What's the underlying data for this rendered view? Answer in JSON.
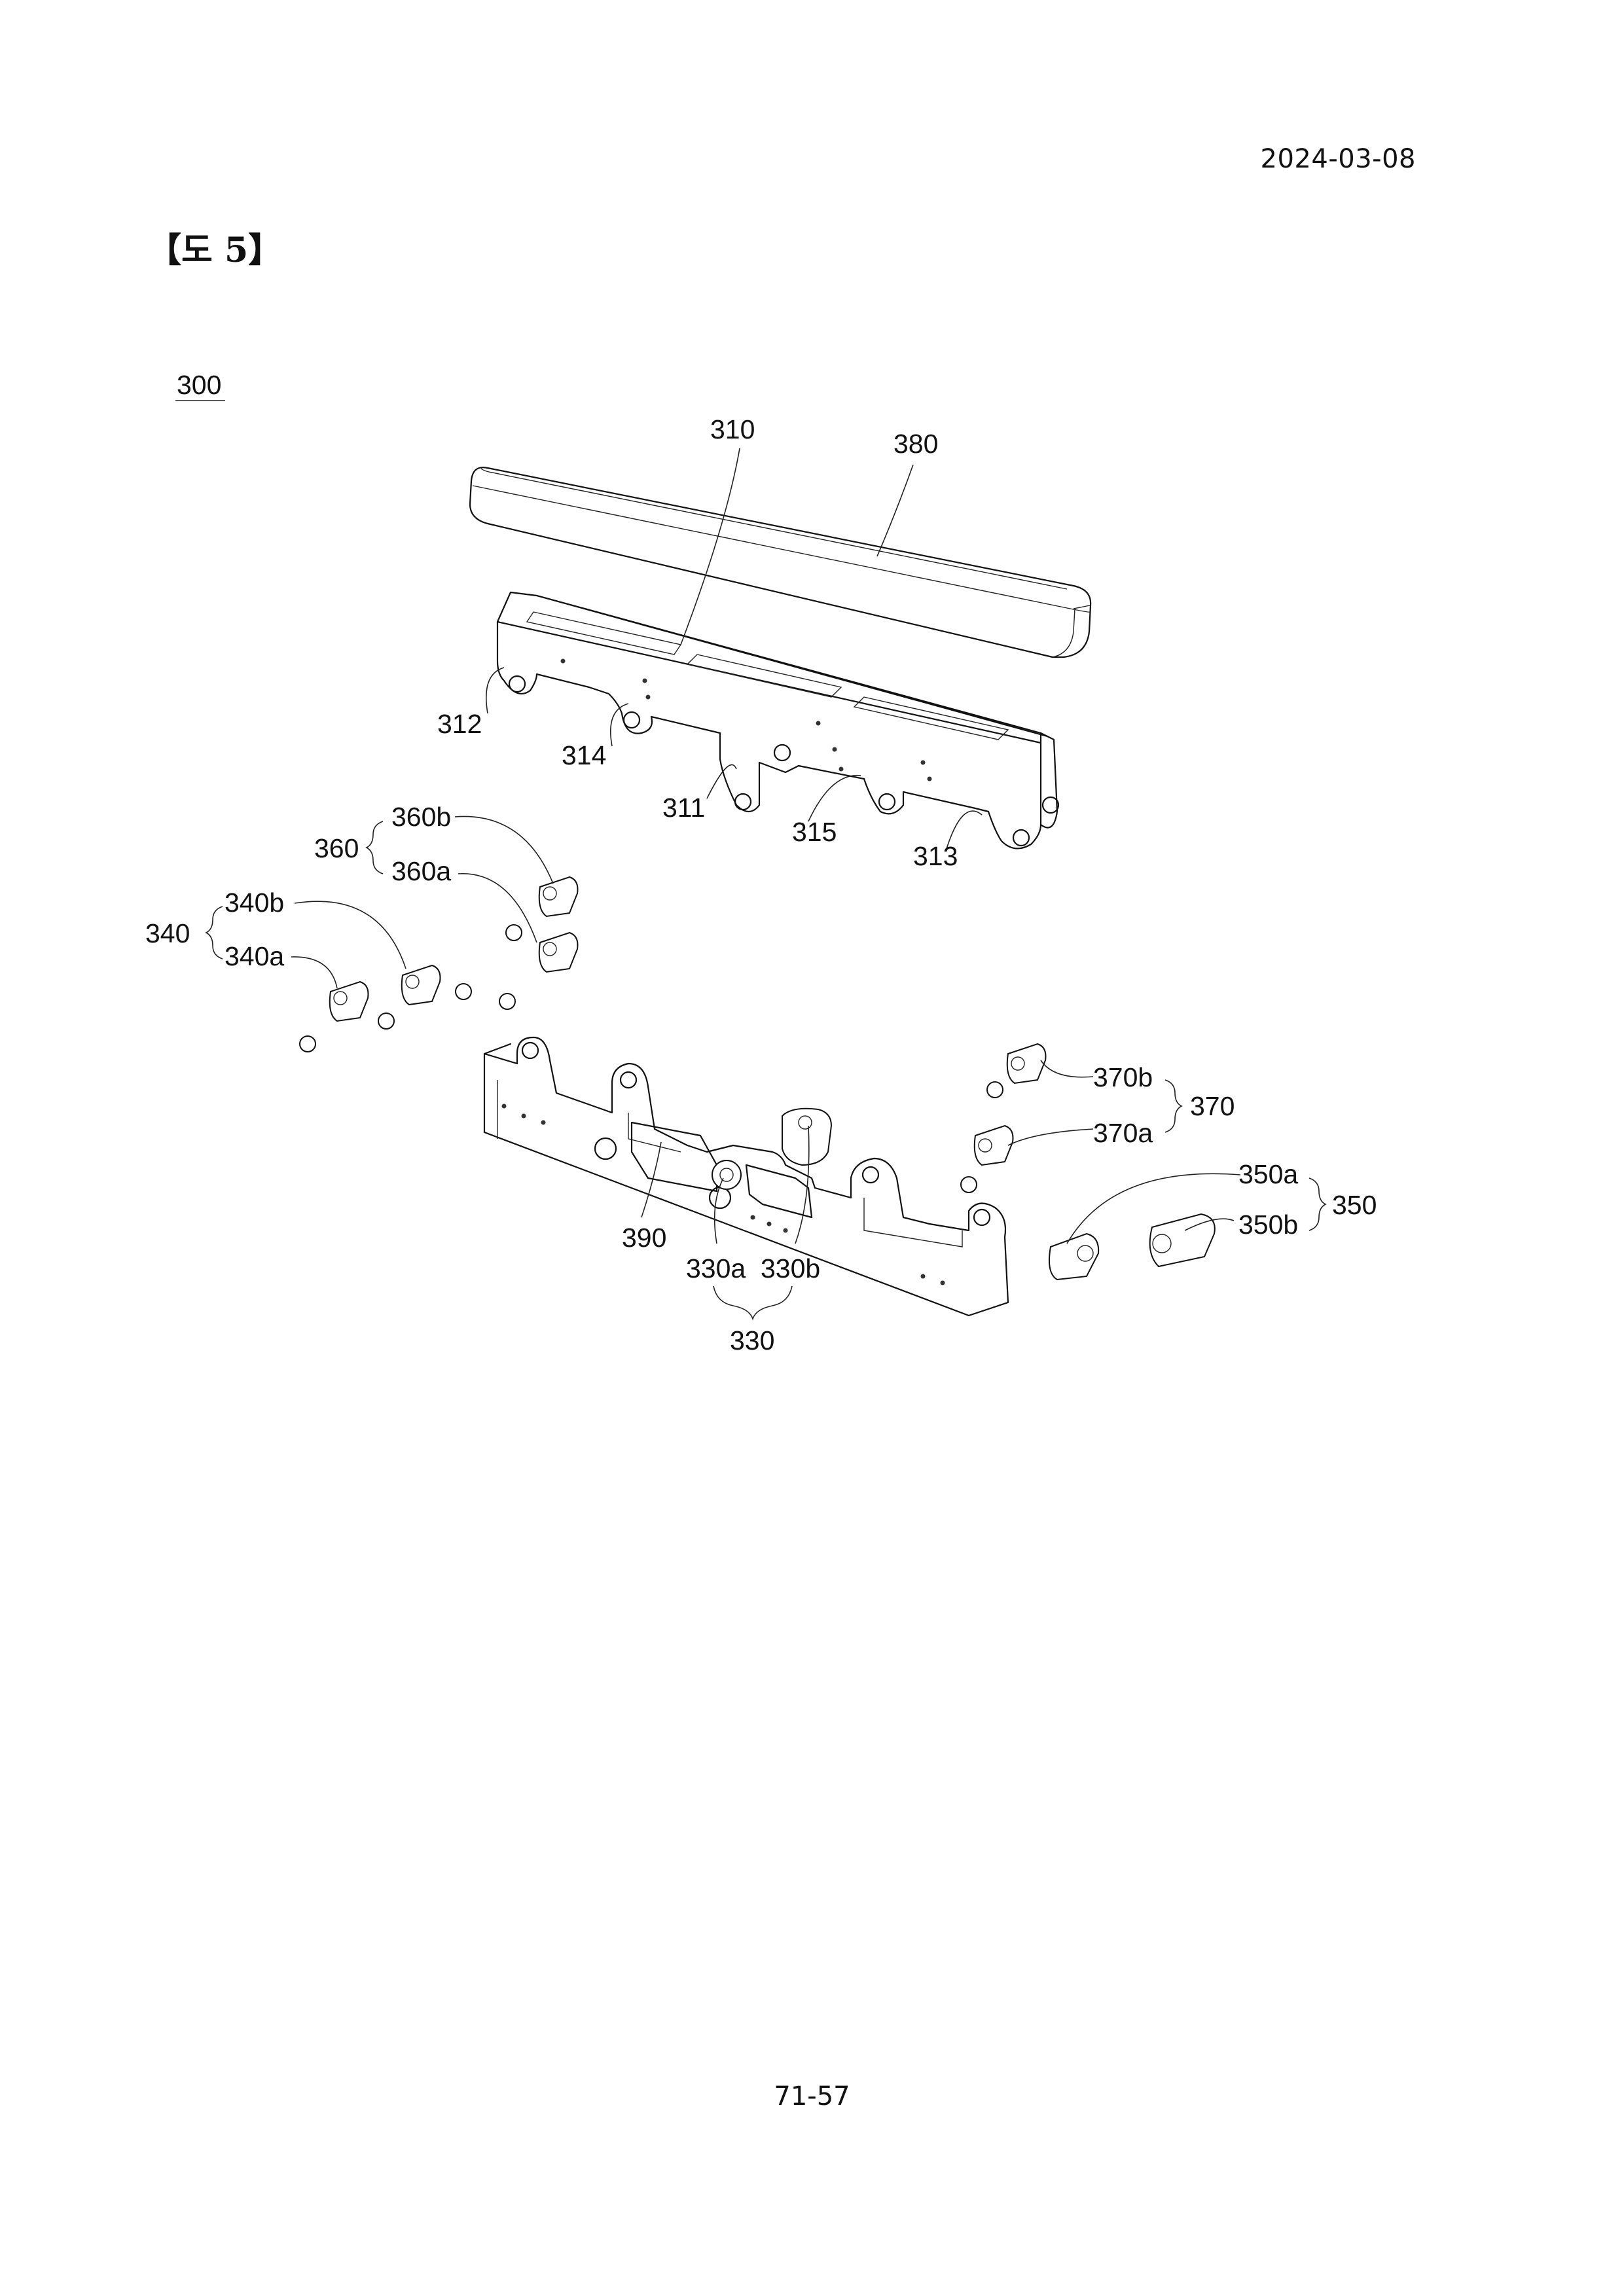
{
  "header": {
    "date": "2024-03-08"
  },
  "figure": {
    "title": "【도 5】",
    "assembly_ref": "300",
    "labels": {
      "l310": "310",
      "l380": "380",
      "l312": "312",
      "l314": "314",
      "l311": "311",
      "l315": "315",
      "l313": "313",
      "l360": "360",
      "l360b": "360b",
      "l360a": "360a",
      "l340": "340",
      "l340b": "340b",
      "l340a": "340a",
      "l370b": "370b",
      "l370": "370",
      "l370a": "370a",
      "l350a": "350a",
      "l350": "350",
      "l350b": "350b",
      "l390": "390",
      "l330a": "330a",
      "l330b": "330b",
      "l330": "330"
    }
  },
  "footer": {
    "page_number": "71-57"
  }
}
